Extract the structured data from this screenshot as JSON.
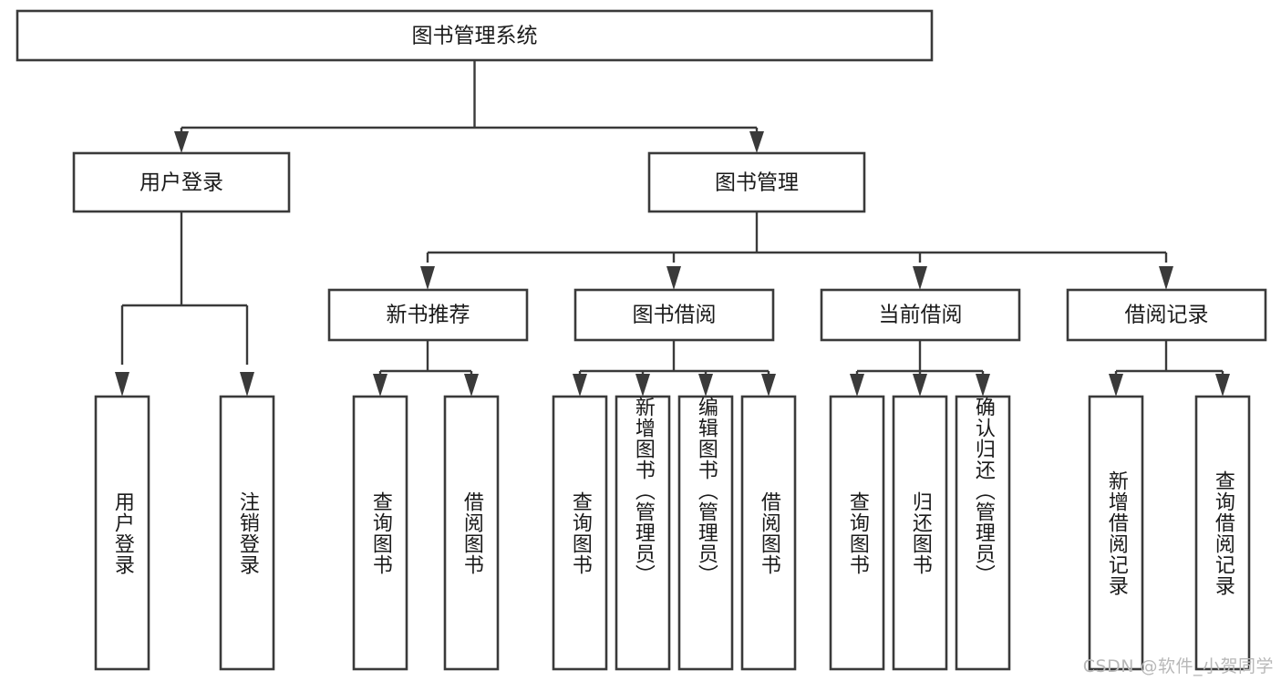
{
  "diagram": {
    "type": "tree",
    "title": "图书管理系统",
    "watermark": "CSDN @软件_小贺同学",
    "colors": {
      "box_stroke": "#3a3a3a",
      "box_fill": "#ffffff",
      "connector": "#3a3a3a",
      "text": "#1a1a1a",
      "background": "#ffffff",
      "watermark": "#b8b8b8"
    },
    "root": {
      "label": "图书管理系统"
    },
    "level2": [
      {
        "label": "用户登录"
      },
      {
        "label": "图书管理"
      }
    ],
    "level3": [
      {
        "label": "新书推荐"
      },
      {
        "label": "图书借阅"
      },
      {
        "label": "当前借阅"
      },
      {
        "label": "借阅记录"
      }
    ],
    "leaves": [
      {
        "label": "用户登录",
        "parent": "用户登录"
      },
      {
        "label": "注销登录",
        "parent": "用户登录"
      },
      {
        "label": "查询图书",
        "parent": "新书推荐"
      },
      {
        "label": "借阅图书",
        "parent": "新书推荐"
      },
      {
        "label": "查询图书",
        "parent": "图书借阅"
      },
      {
        "label": "新增图书（管理员）",
        "parent": "图书借阅"
      },
      {
        "label": "编辑图书（管理员）",
        "parent": "图书借阅"
      },
      {
        "label": "借阅图书",
        "parent": "图书借阅"
      },
      {
        "label": "查询图书",
        "parent": "当前借阅"
      },
      {
        "label": "归还图书",
        "parent": "当前借阅"
      },
      {
        "label": "确认归还（管理员）",
        "parent": "当前借阅"
      },
      {
        "label": "新增借阅记录",
        "parent": "借阅记录"
      },
      {
        "label": "查询借阅记录",
        "parent": "借阅记录"
      }
    ]
  }
}
